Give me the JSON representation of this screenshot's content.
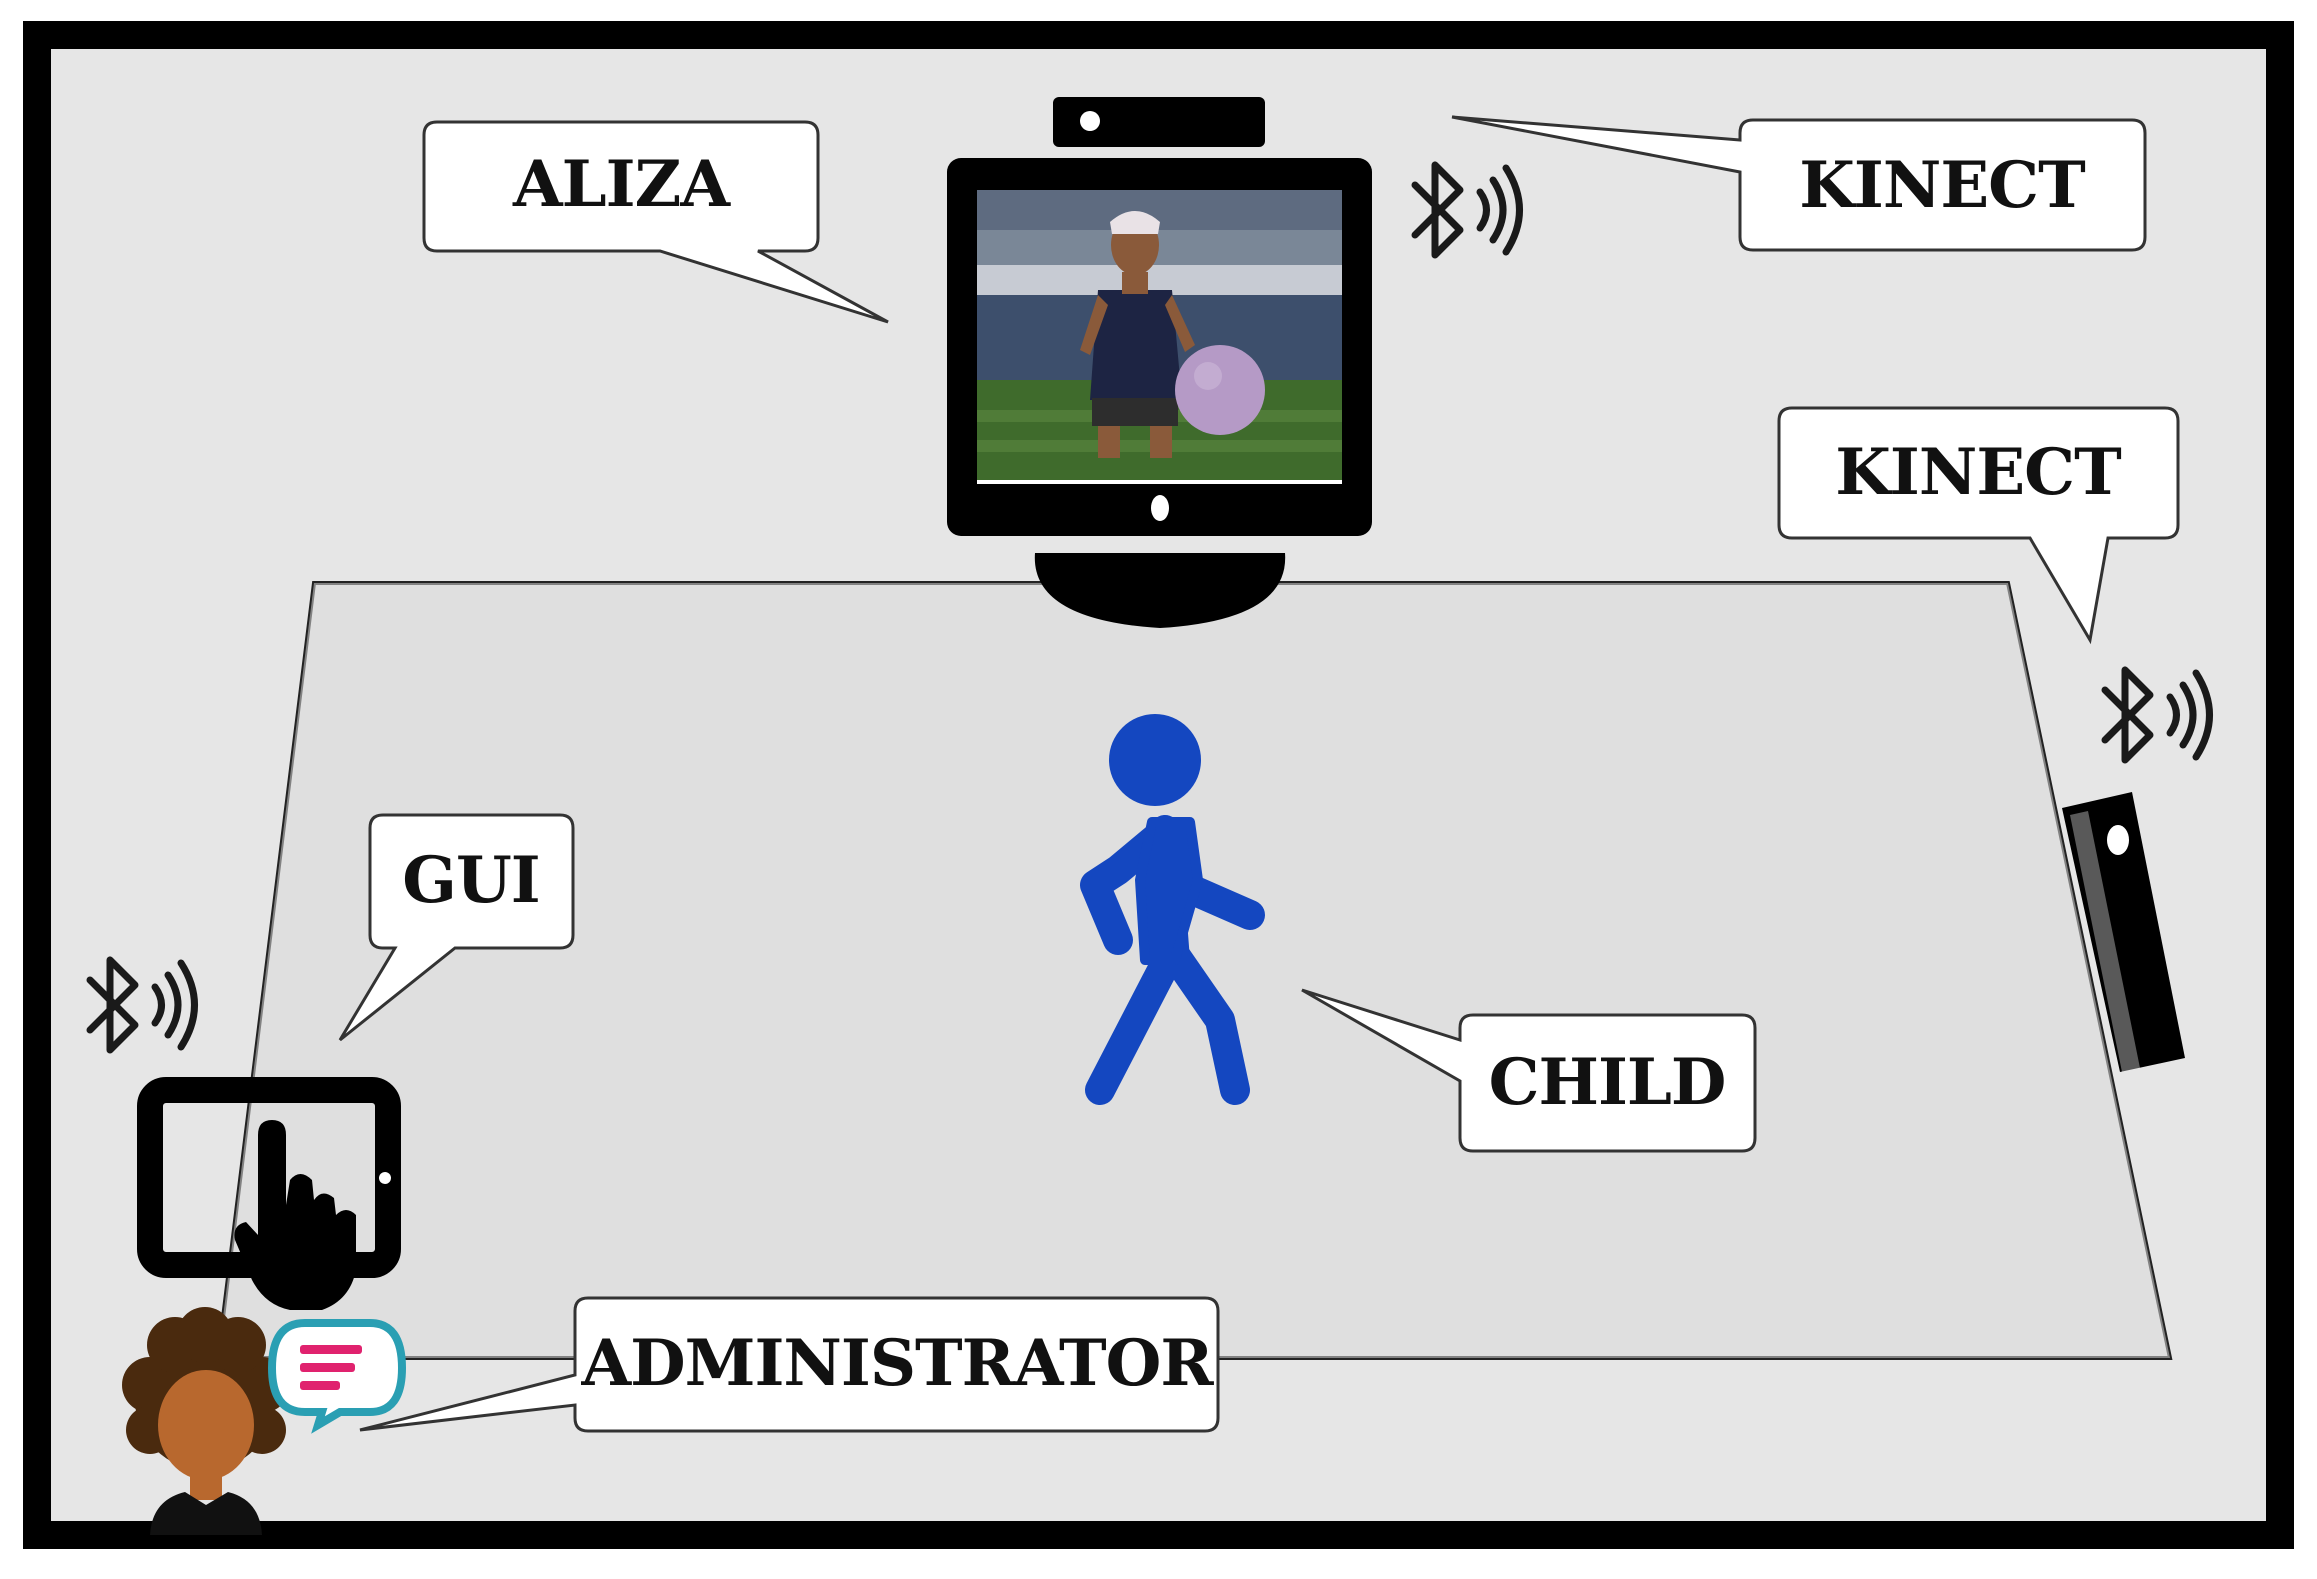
{
  "labels": {
    "aliza": "ALIZA",
    "kinect_top": "KINECT",
    "kinect_right": "KINECT",
    "gui": "GUI",
    "child": "CHILD",
    "administrator": "ADMINISTRATOR"
  },
  "colors": {
    "room_background": "#e6e6e6",
    "frame": "#000000",
    "child_figure": "#1447c0",
    "callout_fill": "#ffffff",
    "chat_icon_ring": "#2a9fb3",
    "chat_icon_lines": "#e0226e",
    "administrator_skin": "#b8682e",
    "administrator_hair": "#4a2a0e"
  },
  "icons": {
    "monitor": "monitor-icon",
    "avatar_screen": "aliza-avatar-image",
    "kinect_sensor": "kinect-sensor-icon",
    "bluetooth": "bluetooth-icon",
    "tablet": "tablet-touch-icon",
    "child": "walking-person-icon",
    "administrator": "administrator-avatar-icon",
    "chat": "chat-bubble-icon"
  }
}
